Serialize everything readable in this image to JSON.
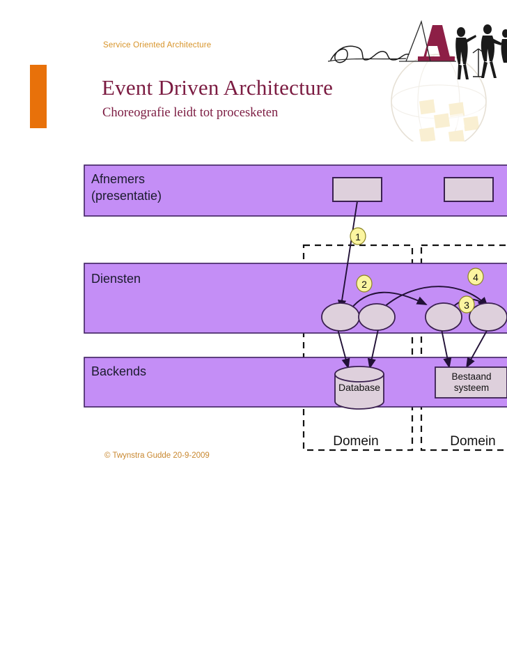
{
  "header": {
    "eyebrow": "Service Oriented Architecture",
    "title": "Event Driven Architecture",
    "subtitle": "Choreografie leidt tot procesketen",
    "accent_bar_color": "#e8710a",
    "title_color": "#7b1b41",
    "eyebrow_color": "#d79328",
    "logo_name": "twynstra-gudde-logo"
  },
  "diagram": {
    "layer_fill": "#c48ef6",
    "layer_stroke": "#3f2060",
    "node_fill": "#ded0dc",
    "node_stroke": "#3a2050",
    "badge_fill": "#fbf5a0",
    "badge_stroke": "#8a8320",
    "layers": [
      {
        "id": "afnemers",
        "label": "Afnemers\n(presentatie)"
      },
      {
        "id": "diensten",
        "label": "Diensten"
      },
      {
        "id": "backends",
        "label": "Backends"
      }
    ],
    "consumer_boxes": [
      {
        "id": "consumer-1",
        "label": ""
      },
      {
        "id": "consumer-2",
        "label": ""
      }
    ],
    "services": [
      {
        "id": "service-1",
        "label": ""
      },
      {
        "id": "service-2",
        "label": ""
      },
      {
        "id": "service-3",
        "label": ""
      },
      {
        "id": "service-4",
        "label": ""
      }
    ],
    "backend_nodes": [
      {
        "id": "database",
        "label": "Database",
        "shape": "cylinder"
      },
      {
        "id": "bestaand-systeem",
        "label": "Bestaand systeem",
        "shape": "rect"
      }
    ],
    "domains": [
      {
        "id": "domein-1",
        "label": "Domein"
      },
      {
        "id": "domein-2",
        "label": "Domein"
      }
    ],
    "step_badges": [
      {
        "id": "step-1",
        "label": "1"
      },
      {
        "id": "step-2",
        "label": "2"
      },
      {
        "id": "step-3",
        "label": "3"
      },
      {
        "id": "step-4",
        "label": "4"
      }
    ]
  },
  "footer": {
    "copyright": "© Twynstra Gudde  20-9-2009"
  }
}
